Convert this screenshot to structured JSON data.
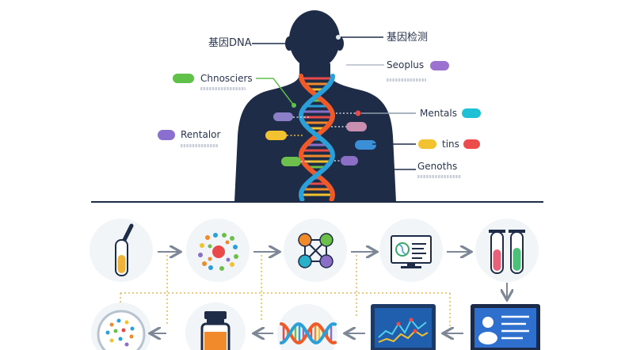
{
  "labels": {
    "dna": "基因DNA",
    "gene_test": "基因检测",
    "seoplus": "Seoplus",
    "chnosciers": "Chnosciers",
    "rentalor": "Rentalor",
    "mentals": "Mentals",
    "tins": "tins",
    "genoths": "Genoths"
  },
  "colors": {
    "silhouette": "#1e2c48",
    "strand_a": "#f05a28",
    "strand_b": "#2a9fd8",
    "arrow": "#7d8796",
    "dashed": "#e8b84a",
    "rungs": [
      "#e84a4a",
      "#f08a2a",
      "#f2c230",
      "#6cc04a",
      "#2a9fd8",
      "#8b6fc7"
    ]
  },
  "icons": {
    "row1": [
      "test-tube-icon",
      "cell-cluster-icon",
      "molecule-network-icon",
      "monitor-dna-icon",
      "test-tubes-icon"
    ],
    "row2": [
      "petri-dish-icon",
      "sample-bottle-icon",
      "dna-helix-icon",
      "monitor-chart-icon",
      "profile-monitor-icon"
    ]
  }
}
